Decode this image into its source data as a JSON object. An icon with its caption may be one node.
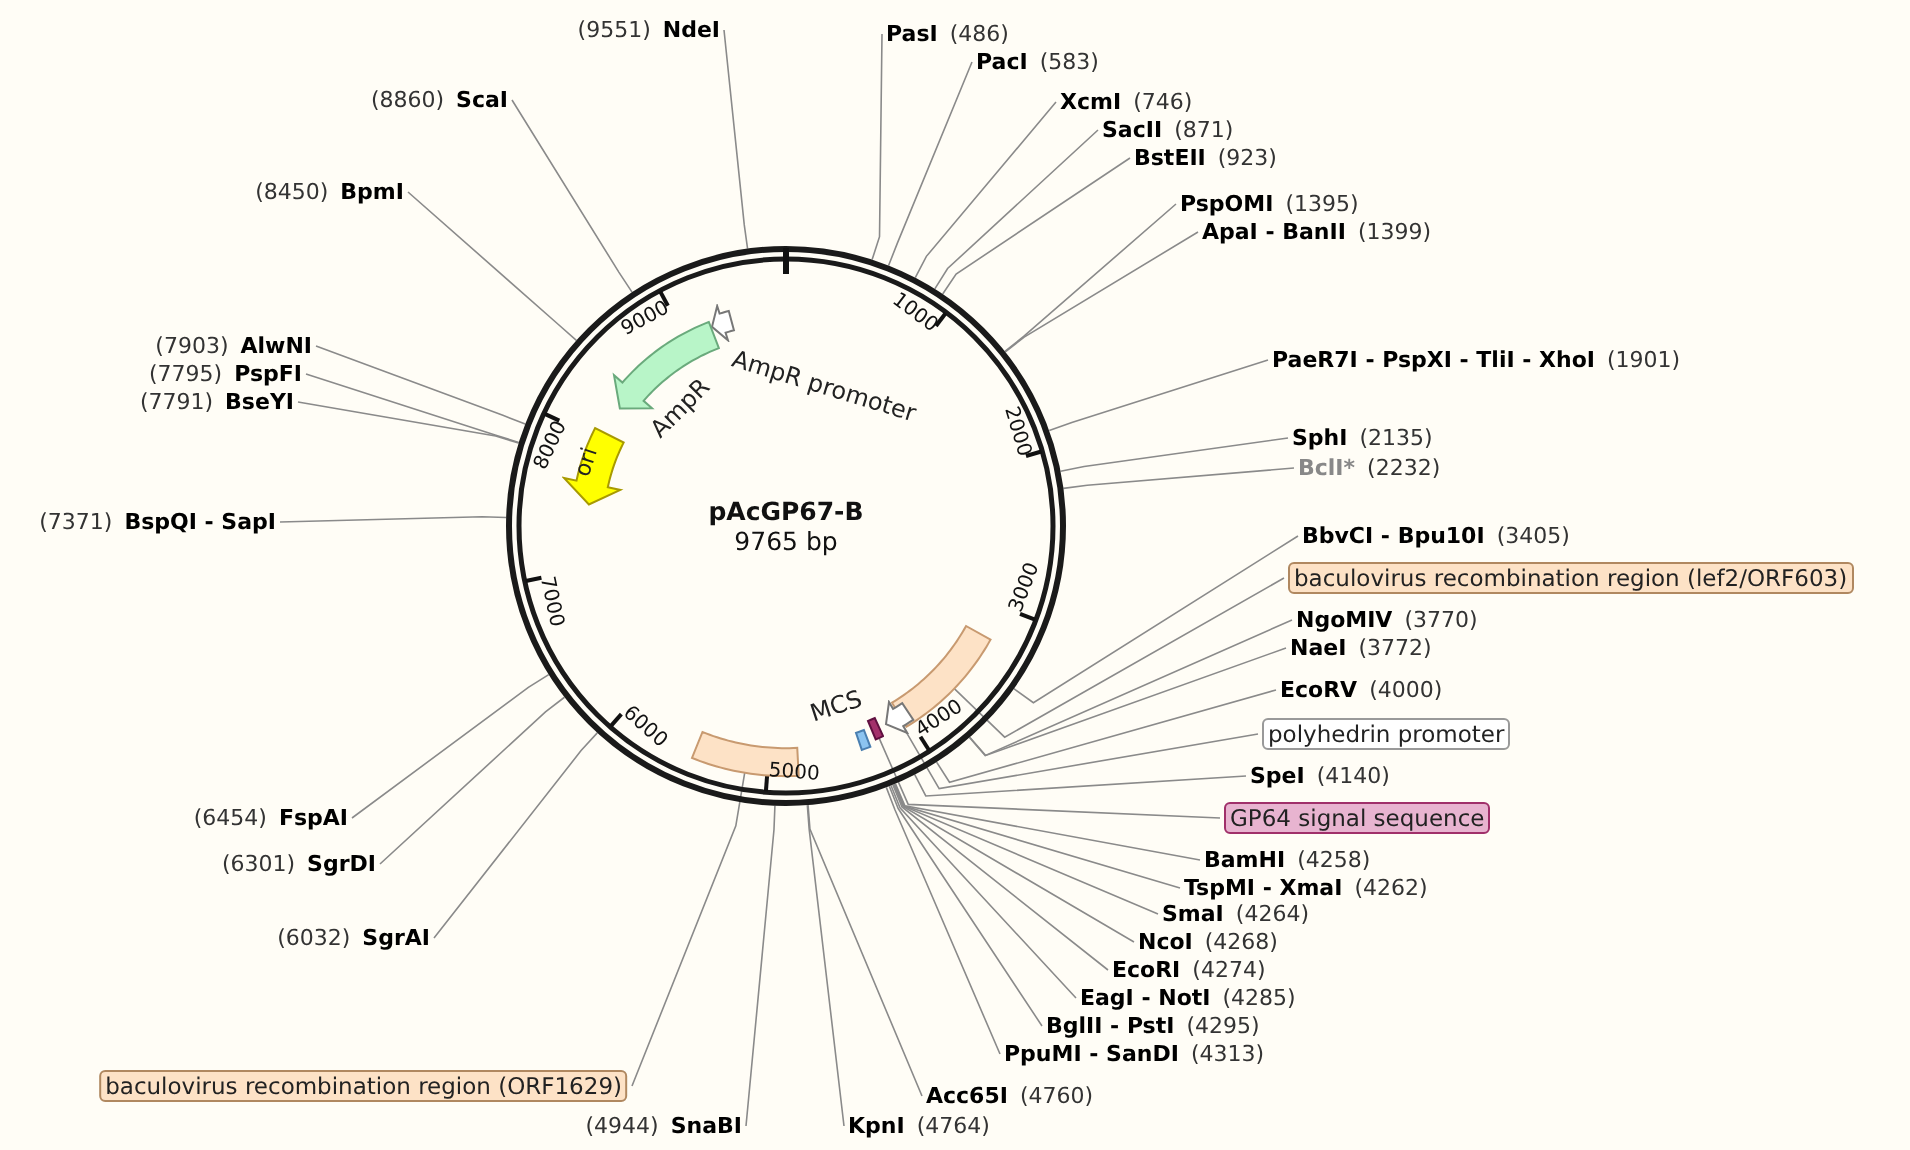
{
  "diagram": {
    "nodes": [
      {
        "text": [
          "pAcGP67-B",
          "9765 bp"
        ]
      },
      {
        "text": [
          "AmpR promoter"
        ],
        "in": 0
      },
      {
        "text": [
          "AmpR"
        ],
        "in": 0
      },
      {
        "text": [
          "ori"
        ],
        "in": 0
      },
      {
        "text": [],
        "shape": "bar",
        "in": 0
      },
      {
        "text": [
          "MCS"
        ],
        "in": 0
      },
      {
        "text": [],
        "shape": "arrow",
        "in": 0
      },
      {
        "text": [],
        "shape": "box",
        "in": 0
      },
      {
        "text": [],
        "shape": "bar",
        "in": 0
      },
      {
        "text": [
          "(9551)",
          "NdeI"
        ]
      },
      {
        "text": [
          "PasI",
          "(486)"
        ]
      },
      {
        "text": [
          "PacI",
          "(583)"
        ]
      },
      {
        "text": [
          "(8860)",
          "ScaI"
        ]
      },
      {
        "text": [
          "XcmI",
          "(746)"
        ]
      },
      {
        "text": [
          "SacII",
          "(871)"
        ]
      },
      {
        "text": [
          "BstEII",
          "(923)"
        ]
      },
      {
        "text": [
          "(8450)",
          "BpmI"
        ]
      },
      {
        "text": [
          "PspOMI",
          "(1395)"
        ]
      },
      {
        "text": [
          "ApaI - BanII",
          "(1399)"
        ]
      },
      {
        "text": [
          "(7903)",
          "AlwNI"
        ]
      },
      {
        "text": [
          "(7795)",
          "PspFI"
        ]
      },
      {
        "text": [
          "(7791)",
          "BseYI"
        ]
      },
      {
        "text": [
          "PaeR7I - PspXI - TliI - XhoI",
          "(1901)"
        ]
      },
      {
        "text": [
          "SphI",
          "(2135)"
        ]
      },
      {
        "text": [
          "BclI*",
          "(2232)"
        ]
      },
      {
        "text": [
          "(7371)",
          "BspQI - SapI"
        ]
      },
      {
        "text": [
          "BbvCI - Bpu10I",
          "(3405)"
        ]
      },
      {
        "text": [
          "baculovirus recombination region (lef2/ORF603)"
        ]
      },
      {
        "text": [
          "NgoMIV",
          "(3770)"
        ]
      },
      {
        "text": [
          "NaeI",
          "(3772)"
        ]
      },
      {
        "text": [
          "EcoRV",
          "(4000)"
        ]
      },
      {
        "text": [
          "polyhedrin promoter"
        ]
      },
      {
        "text": [
          "SpeI",
          "(4140)"
        ]
      },
      {
        "text": [
          "(6454)",
          "FspAI"
        ]
      },
      {
        "text": [
          "GP64 signal sequence"
        ]
      },
      {
        "text": [
          "BamHI",
          "(4258)"
        ]
      },
      {
        "text": [
          "(6301)",
          "SgrDI"
        ]
      },
      {
        "text": [
          "TspMI - XmaI",
          "(4262)"
        ]
      },
      {
        "text": [
          "SmaI",
          "(4264)"
        ]
      },
      {
        "text": [
          "(6032)",
          "SgrAI"
        ]
      },
      {
        "text": [
          "NcoI",
          "(4268)"
        ]
      },
      {
        "text": [
          "EcoRI",
          "(4274)"
        ]
      },
      {
        "text": [
          "EagI - NotI",
          "(4285)"
        ]
      },
      {
        "text": [
          "BglII - PstI",
          "(4295)"
        ]
      },
      {
        "text": [
          "PpuMI - SanDI",
          "(4313)"
        ]
      },
      {
        "text": [
          "baculovirus recombination region (ORF1629)"
        ]
      },
      {
        "text": [
          "Acc65I",
          "(4760)"
        ]
      },
      {
        "text": [
          "(4944)",
          "SnaBI"
        ]
      },
      {
        "text": [
          "KpnI",
          "(4764)"
        ]
      }
    ],
    "edges": [
      {
        "from": 9,
        "to": 0,
        "arrow": "none"
      },
      {
        "from": 10,
        "to": 0,
        "arrow": "none"
      },
      {
        "from": 11,
        "to": 0,
        "arrow": "none"
      },
      {
        "from": 12,
        "to": 0,
        "arrow": "none"
      },
      {
        "from": 13,
        "to": 0,
        "arrow": "none"
      },
      {
        "from": 14,
        "to": 0,
        "arrow": "none"
      },
      {
        "from": 15,
        "to": 0,
        "arrow": "none"
      },
      {
        "from": 16,
        "to": 0,
        "arrow": "none"
      },
      {
        "from": 17,
        "to": 0,
        "arrow": "none"
      },
      {
        "from": 18,
        "to": 0,
        "arrow": "none"
      },
      {
        "from": 19,
        "to": 0,
        "arrow": "none"
      },
      {
        "from": 20,
        "to": 0,
        "arrow": "none"
      },
      {
        "from": 21,
        "to": 0,
        "arrow": "none"
      },
      {
        "from": 22,
        "to": 0,
        "arrow": "none"
      },
      {
        "from": 23,
        "to": 0,
        "arrow": "none"
      },
      {
        "from": 24,
        "to": 0,
        "arrow": "none"
      },
      {
        "from": 25,
        "to": 0,
        "arrow": "none"
      },
      {
        "from": 26,
        "to": 0,
        "arrow": "none"
      },
      {
        "from": 27,
        "to": 4,
        "arrow": "none"
      },
      {
        "from": 28,
        "to": 0,
        "arrow": "none"
      },
      {
        "from": 29,
        "to": 0,
        "arrow": "none"
      },
      {
        "from": 30,
        "to": 0,
        "arrow": "none"
      },
      {
        "from": 31,
        "to": 6,
        "arrow": "none"
      },
      {
        "from": 32,
        "to": 0,
        "arrow": "none"
      },
      {
        "from": 33,
        "to": 0,
        "arrow": "none"
      },
      {
        "from": 34,
        "to": 7,
        "arrow": "none"
      },
      {
        "from": 35,
        "to": 0,
        "arrow": "none"
      },
      {
        "from": 36,
        "to": 0,
        "arrow": "none"
      },
      {
        "from": 37,
        "to": 0,
        "arrow": "none"
      },
      {
        "from": 38,
        "to": 0,
        "arrow": "none"
      },
      {
        "from": 39,
        "to": 0,
        "arrow": "none"
      },
      {
        "from": 40,
        "to": 0,
        "arrow": "none"
      },
      {
        "from": 41,
        "to": 0,
        "arrow": "none"
      },
      {
        "from": 42,
        "to": 0,
        "arrow": "none"
      },
      {
        "from": 43,
        "to": 0,
        "arrow": "none"
      },
      {
        "from": 44,
        "to": 0,
        "arrow": "none"
      },
      {
        "from": 45,
        "to": 8,
        "arrow": "none"
      },
      {
        "from": 46,
        "to": 0,
        "arrow": "none"
      },
      {
        "from": 47,
        "to": 0,
        "arrow": "none"
      },
      {
        "from": 48,
        "to": 0,
        "arrow": "none"
      }
    ],
    "labels": [
      "1000",
      "2000",
      "3000",
      "4000",
      "5000",
      "6000",
      "7000",
      "8000",
      "9000"
    ]
  }
}
